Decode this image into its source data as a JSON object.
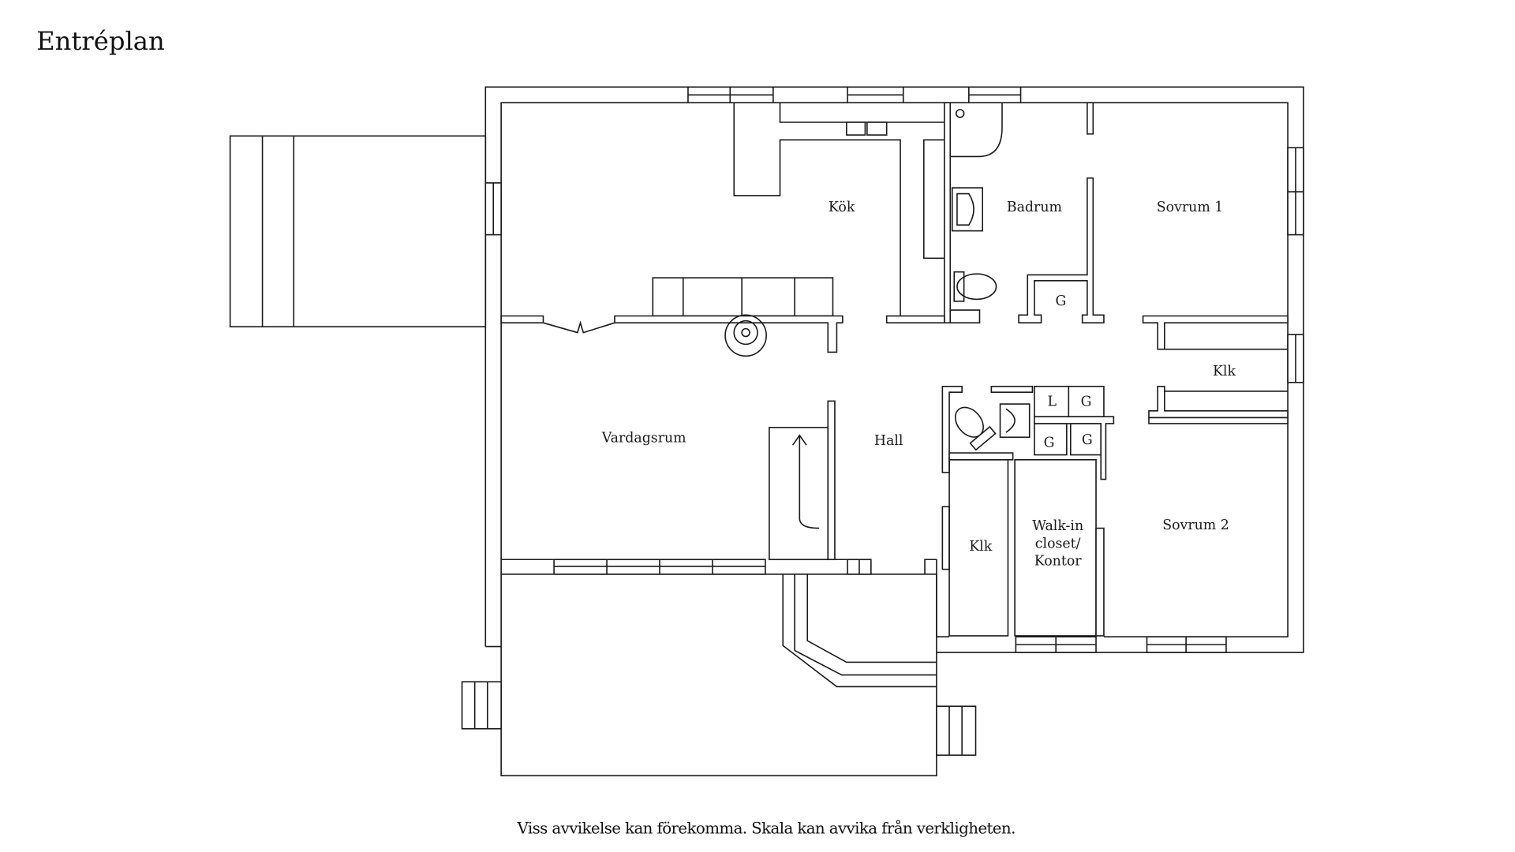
{
  "title": "Entréplan",
  "footer": "Viss avvikelse kan förekomma. Skala kan avvika från verkligheten.",
  "rooms": {
    "kok": "Kök",
    "badrum": "Badrum",
    "sovrum1": "Sovrum 1",
    "klk1": "Klk",
    "vardagsrum": "Vardagsrum",
    "hall": "Hall",
    "klk2": "Klk",
    "walkin": [
      "Walk-in",
      "closet/",
      "Kontor"
    ],
    "sovrum2": "Sovrum 2"
  },
  "closets": {
    "g1": "G",
    "l": "L",
    "g2": "G",
    "g3": "G",
    "g4": "G"
  }
}
